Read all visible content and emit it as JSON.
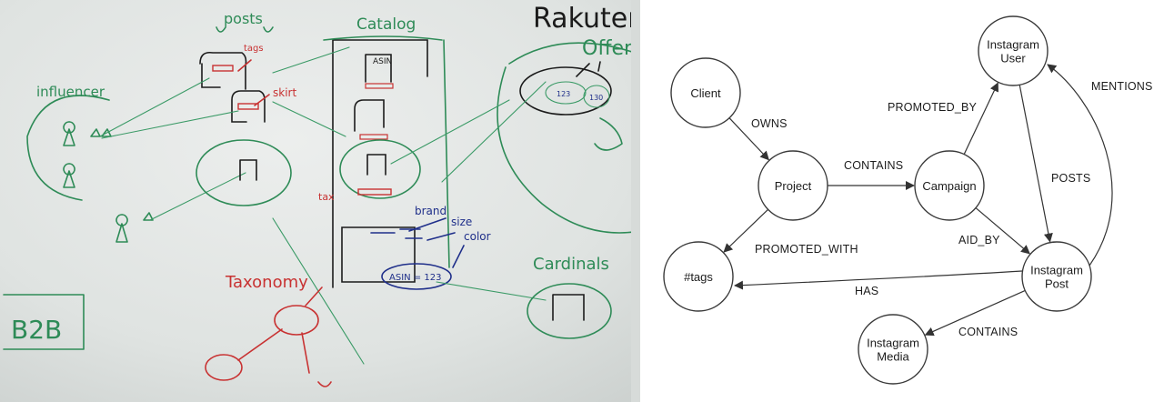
{
  "whiteboard": {
    "labels": {
      "posts": "posts",
      "catalog": "Catalog",
      "rakuten": "Rakuten",
      "offers": "Offers",
      "influencer": "influencer",
      "taxonomy": "Taxonomy",
      "cardinals": "Cardinals",
      "b2b": "B2B",
      "tags": "tags",
      "skirt": "skirt",
      "brand": "brand",
      "size": "size",
      "color": "color",
      "asin_box": "ASIN",
      "asin_value": "ASIN = 123",
      "tax": "tax",
      "n123": "123",
      "n130": "130"
    },
    "colors": {
      "board": "#dfe3e1",
      "green_marker": "#2e8b57",
      "black_marker": "#1b1b1b",
      "red_marker": "#c83232",
      "blue_marker": "#1f2f8a"
    }
  },
  "graph": {
    "nodes": [
      {
        "id": "client",
        "lines": [
          "Client"
        ]
      },
      {
        "id": "project",
        "lines": [
          "Project"
        ]
      },
      {
        "id": "campaign",
        "lines": [
          "Campaign"
        ]
      },
      {
        "id": "instagram-user",
        "lines": [
          "Instagram",
          "User"
        ]
      },
      {
        "id": "tags",
        "lines": [
          "#tags"
        ]
      },
      {
        "id": "instagram-post",
        "lines": [
          "Instagram",
          "Post"
        ]
      },
      {
        "id": "instagram-media",
        "lines": [
          "Instagram",
          "Media"
        ]
      }
    ],
    "edges": [
      {
        "id": "owns",
        "from": "client",
        "to": "project",
        "label": "OWNS"
      },
      {
        "id": "contains-campaign",
        "from": "project",
        "to": "campaign",
        "label": "CONTAINS"
      },
      {
        "id": "promoted-with",
        "from": "project",
        "to": "tags",
        "label": "PROMOTED_WITH"
      },
      {
        "id": "promoted-by",
        "from": "campaign",
        "to": "instagram-user",
        "label": "PROMOTED_BY"
      },
      {
        "id": "aid-by",
        "from": "campaign",
        "to": "instagram-post",
        "label": "AID_BY"
      },
      {
        "id": "posts",
        "from": "instagram-user",
        "to": "instagram-post",
        "label": "POSTS"
      },
      {
        "id": "mentions",
        "from": "instagram-post",
        "to": "instagram-user",
        "label": "MENTIONS"
      },
      {
        "id": "has",
        "from": "instagram-post",
        "to": "tags",
        "label": "HAS"
      },
      {
        "id": "contains-media",
        "from": "instagram-post",
        "to": "instagram-media",
        "label": "CONTAINS"
      }
    ]
  }
}
